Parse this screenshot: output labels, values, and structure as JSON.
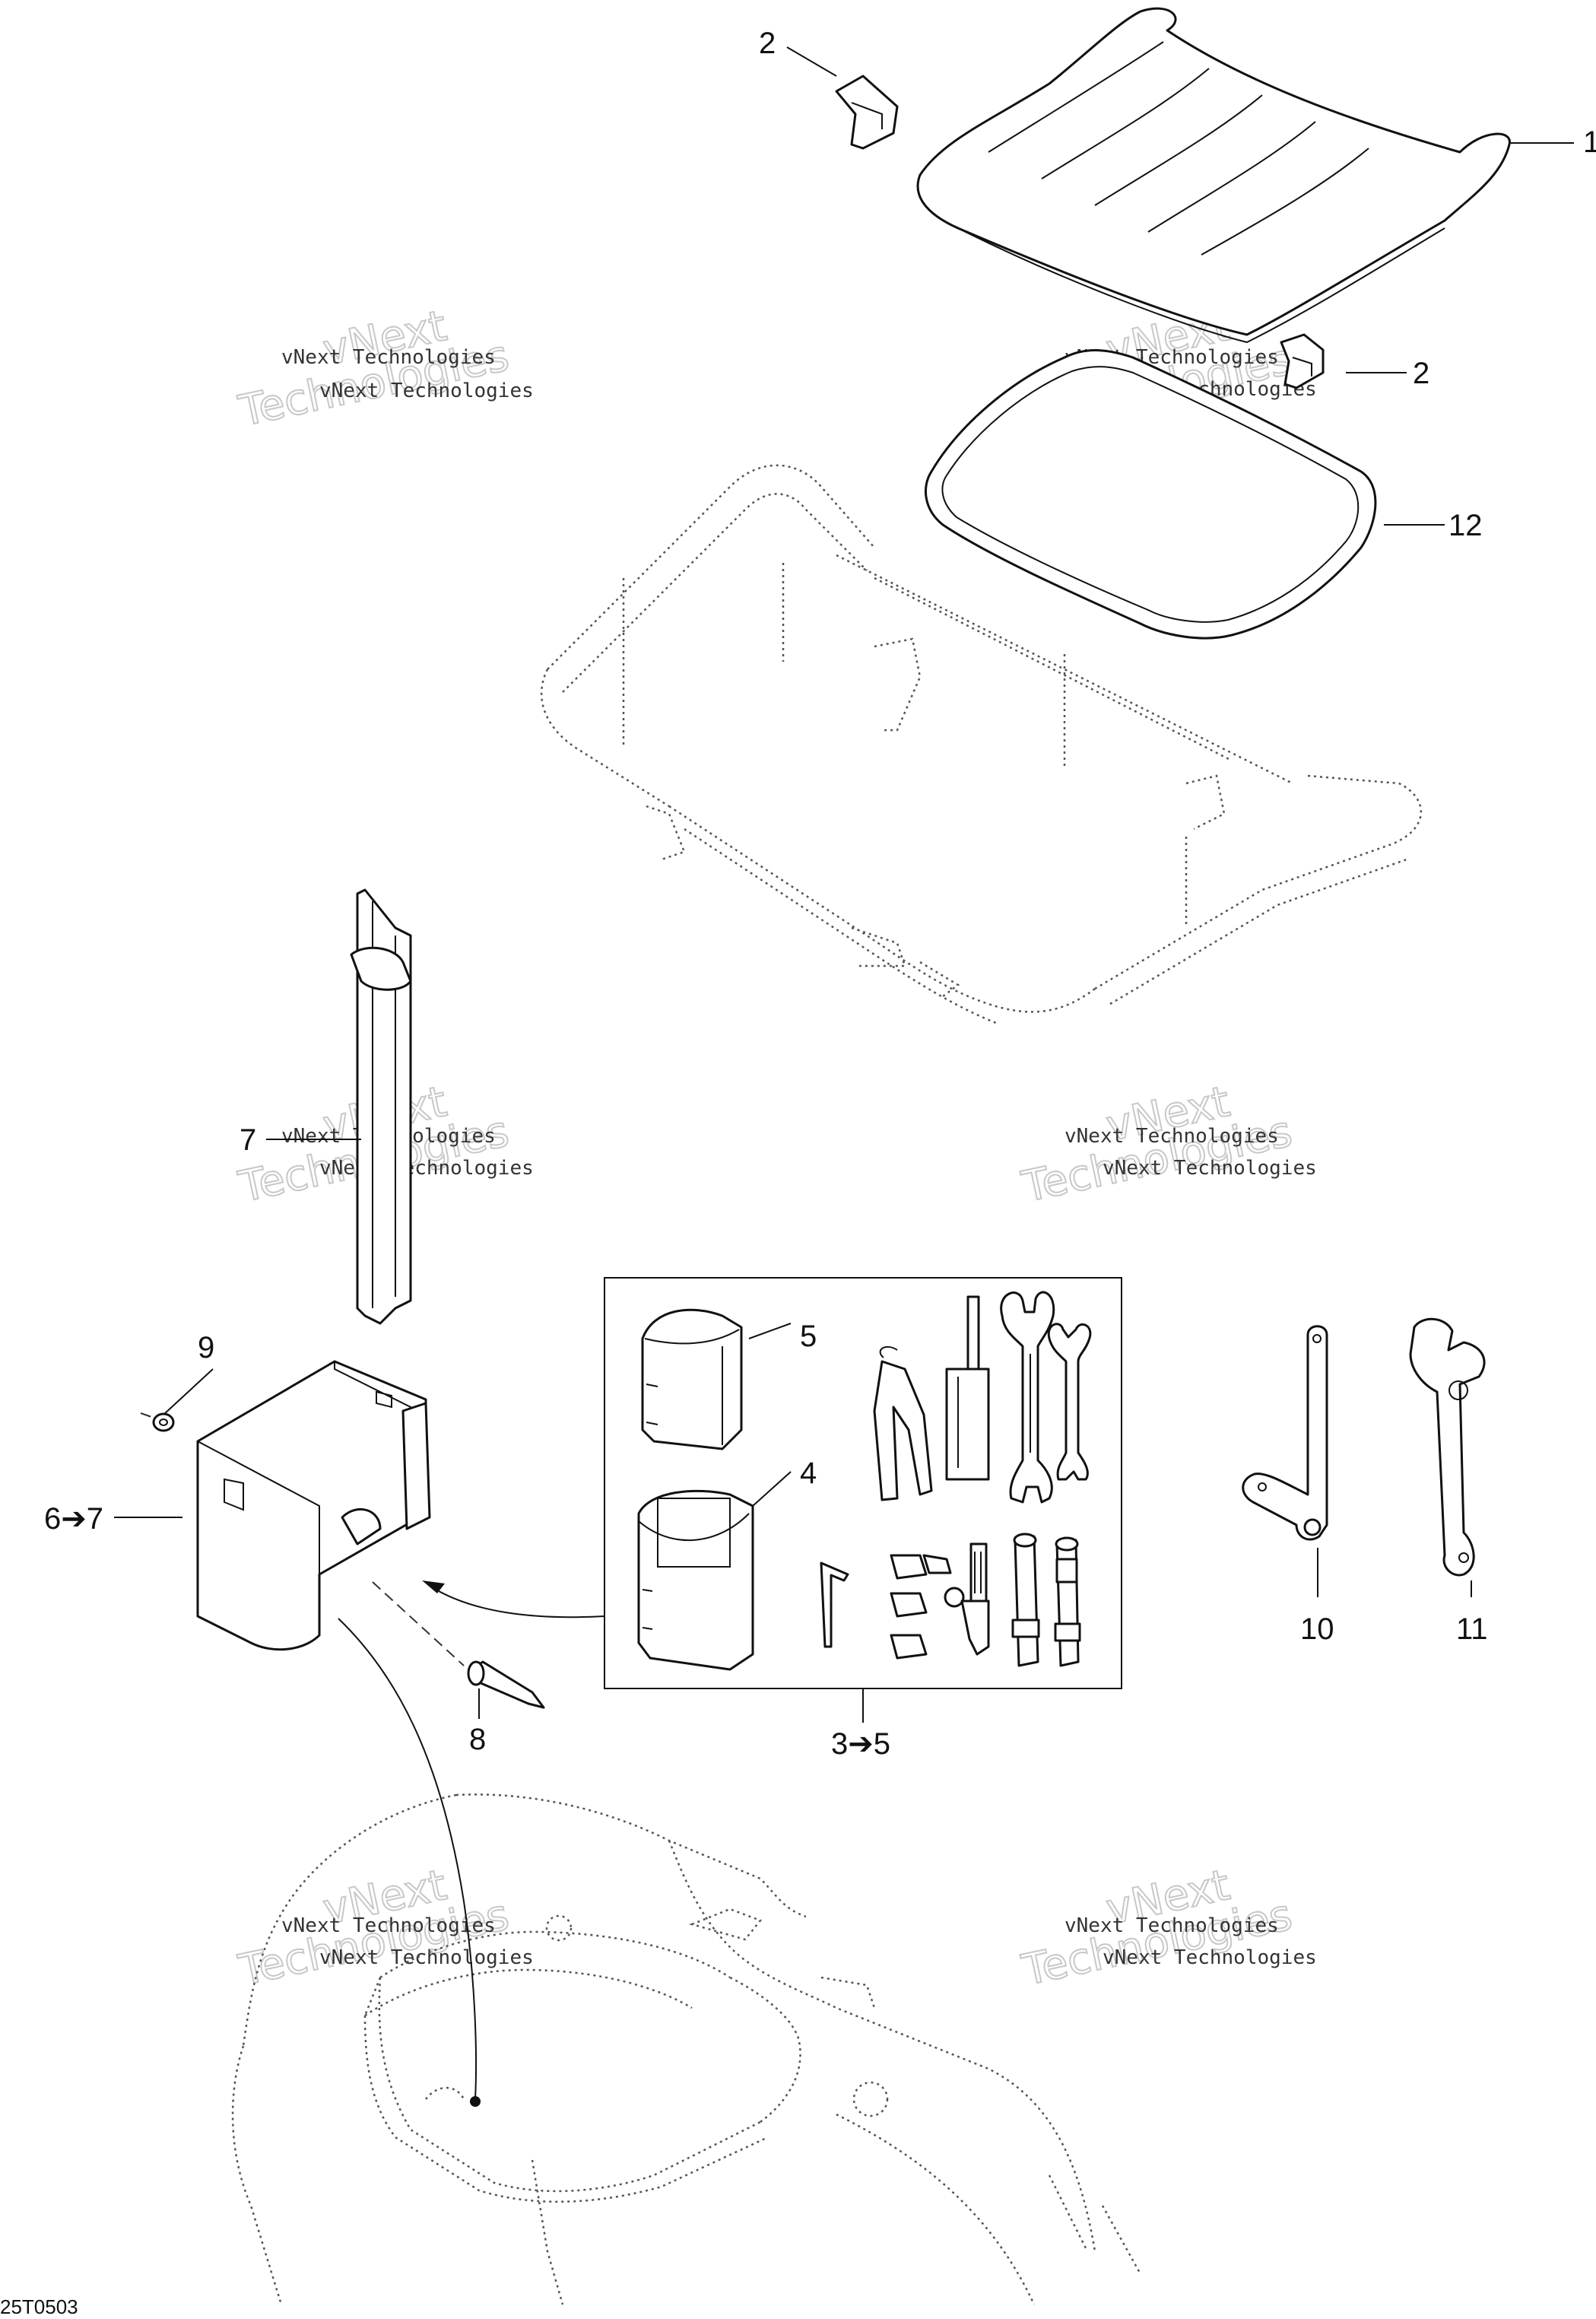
{
  "drawing_code": "25T0503",
  "watermark": {
    "line1": "vNext Technologies",
    "big_word1": "vNext",
    "big_word2": "Technologies"
  },
  "callouts": {
    "c1": "1",
    "c2a": "2",
    "c2b": "2",
    "c12": "12",
    "c7": "7",
    "c9": "9",
    "c6to7": "6➔7",
    "c5": "5",
    "c4": "4",
    "c8": "8",
    "c3to5": "3➔5",
    "c10": "10",
    "c11": "11"
  },
  "icons": {
    "seat": "seat-cushion-icon",
    "frame": "seat-frame-icon",
    "toolbox": "tool-box-icon",
    "wrench": "wrench-icon",
    "plier": "plier-icon"
  }
}
